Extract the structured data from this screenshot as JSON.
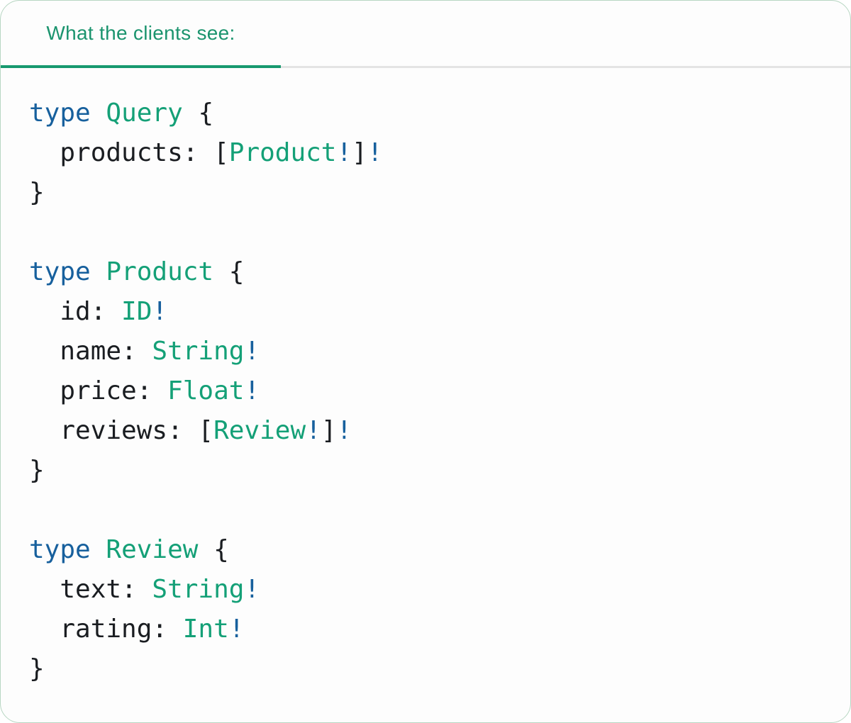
{
  "colors": {
    "header_green": "#1b946e",
    "underline_green": "#17996f",
    "code_green": "#14a077",
    "code_blue": "#17609d",
    "code_dark": "#1a1d21",
    "divider_gray": "#e4e4e4",
    "card_border": "#b7d6c2",
    "card_bg": "#fdfdfd"
  },
  "tab": {
    "label": "What the clients see:"
  },
  "code": {
    "lines": [
      {
        "tokens": [
          {
            "t": "type",
            "c": "kw"
          },
          {
            "t": " ",
            "c": "plain"
          },
          {
            "t": "Query",
            "c": "type"
          },
          {
            "t": " {",
            "c": "plain"
          }
        ]
      },
      {
        "tokens": [
          {
            "t": "  products: [",
            "c": "plain"
          },
          {
            "t": "Product",
            "c": "type"
          },
          {
            "t": "!",
            "c": "bang"
          },
          {
            "t": "]",
            "c": "plain"
          },
          {
            "t": "!",
            "c": "bang"
          }
        ]
      },
      {
        "tokens": [
          {
            "t": "}",
            "c": "plain"
          }
        ]
      },
      {
        "tokens": []
      },
      {
        "tokens": [
          {
            "t": "type",
            "c": "kw"
          },
          {
            "t": " ",
            "c": "plain"
          },
          {
            "t": "Product",
            "c": "type"
          },
          {
            "t": " {",
            "c": "plain"
          }
        ]
      },
      {
        "tokens": [
          {
            "t": "  id: ",
            "c": "plain"
          },
          {
            "t": "ID",
            "c": "type"
          },
          {
            "t": "!",
            "c": "bang"
          }
        ]
      },
      {
        "tokens": [
          {
            "t": "  name: ",
            "c": "plain"
          },
          {
            "t": "String",
            "c": "type"
          },
          {
            "t": "!",
            "c": "bang"
          }
        ]
      },
      {
        "tokens": [
          {
            "t": "  price: ",
            "c": "plain"
          },
          {
            "t": "Float",
            "c": "type"
          },
          {
            "t": "!",
            "c": "bang"
          }
        ]
      },
      {
        "tokens": [
          {
            "t": "  reviews: [",
            "c": "plain"
          },
          {
            "t": "Review",
            "c": "type"
          },
          {
            "t": "!",
            "c": "bang"
          },
          {
            "t": "]",
            "c": "plain"
          },
          {
            "t": "!",
            "c": "bang"
          }
        ]
      },
      {
        "tokens": [
          {
            "t": "}",
            "c": "plain"
          }
        ]
      },
      {
        "tokens": []
      },
      {
        "tokens": [
          {
            "t": "type",
            "c": "kw"
          },
          {
            "t": " ",
            "c": "plain"
          },
          {
            "t": "Review",
            "c": "type"
          },
          {
            "t": " {",
            "c": "plain"
          }
        ]
      },
      {
        "tokens": [
          {
            "t": "  text: ",
            "c": "plain"
          },
          {
            "t": "String",
            "c": "type"
          },
          {
            "t": "!",
            "c": "bang"
          }
        ]
      },
      {
        "tokens": [
          {
            "t": "  rating: ",
            "c": "plain"
          },
          {
            "t": "Int",
            "c": "type"
          },
          {
            "t": "!",
            "c": "bang"
          }
        ]
      },
      {
        "tokens": [
          {
            "t": "}",
            "c": "plain"
          }
        ]
      }
    ]
  }
}
